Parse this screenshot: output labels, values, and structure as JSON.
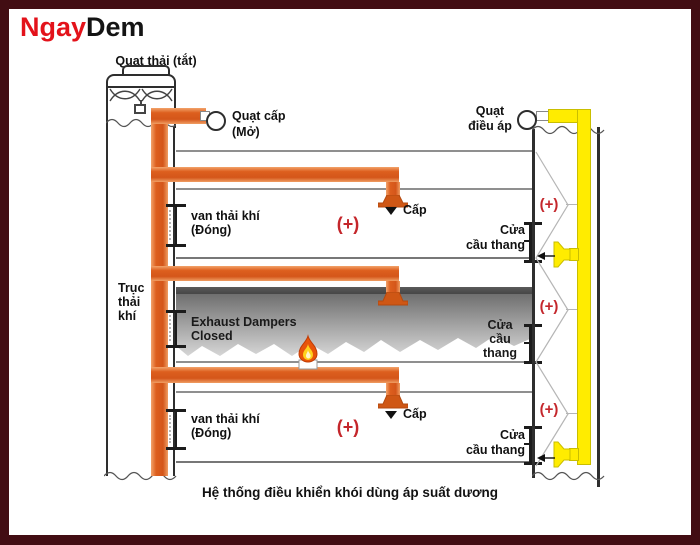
{
  "logo": {
    "red": "Ngay",
    "black": "Dem"
  },
  "caption": "Hệ thống điều khiển khói dùng áp suất dương",
  "fans": {
    "exhaust": "Quạt thải (tắt)",
    "supply": [
      "Quạt cấp",
      "(Mở)"
    ],
    "pressurization": [
      "Quạt",
      "điều áp"
    ]
  },
  "shaft_label": [
    "Trục",
    "thải",
    "khí"
  ],
  "exhaust_valve": [
    "van thải khí",
    "(Đóng)"
  ],
  "exhaust_dampers": [
    "Exhaust Dampers",
    "Closed"
  ],
  "supply_outlet": "Cấp",
  "pressure_sign": "(+)",
  "stair_door": [
    "Cửa",
    "cầu thang"
  ],
  "stair_door_stacked": [
    "Cửa",
    "cầu",
    "thang"
  ],
  "colors": {
    "duct_orange": "#dc5d1c",
    "duct_yellow": "#ffec00",
    "pressure_red": "#c4262b",
    "frame_maroon": "#420d13",
    "smoke_dark": "#6f6f6f",
    "smoke_light": "#d6d6d6"
  }
}
